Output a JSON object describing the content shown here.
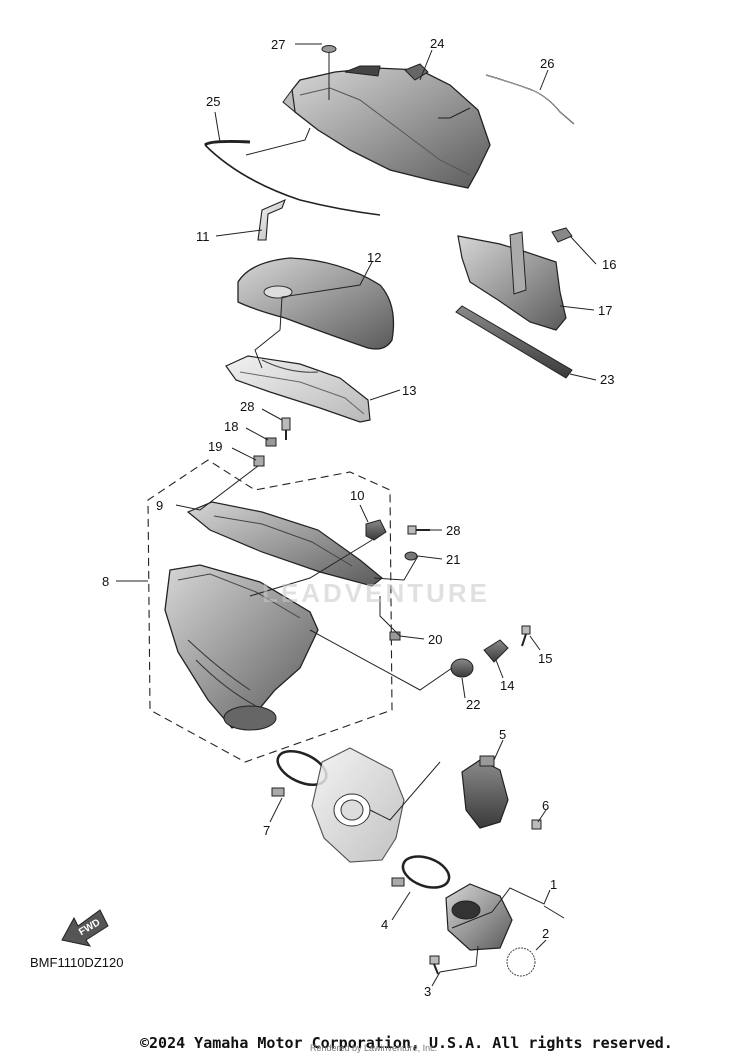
{
  "diagram_code": "BMF1110DZ120",
  "copyright": "©2024 Yamaha Motor Corporation, U.S.A. All rights reserved.",
  "rendered_by": "Rendered by Lawinventure, Inc.",
  "watermark": "LEADVENTURE",
  "fwd_label": "FWD",
  "callouts": {
    "c1": "1",
    "c2": "2",
    "c3": "3",
    "c4": "4",
    "c5": "5",
    "c6": "6",
    "c7": "7",
    "c8": "8",
    "c9": "9",
    "c10": "10",
    "c11": "11",
    "c12": "12",
    "c13": "13",
    "c14": "14",
    "c15": "15",
    "c16": "16",
    "c17": "17",
    "c18": "18",
    "c19": "19",
    "c20": "20",
    "c21": "21",
    "c22": "22",
    "c23": "23",
    "c24": "24",
    "c25": "25",
    "c26": "26",
    "c27": "27",
    "c28a": "28",
    "c28b": "28"
  }
}
